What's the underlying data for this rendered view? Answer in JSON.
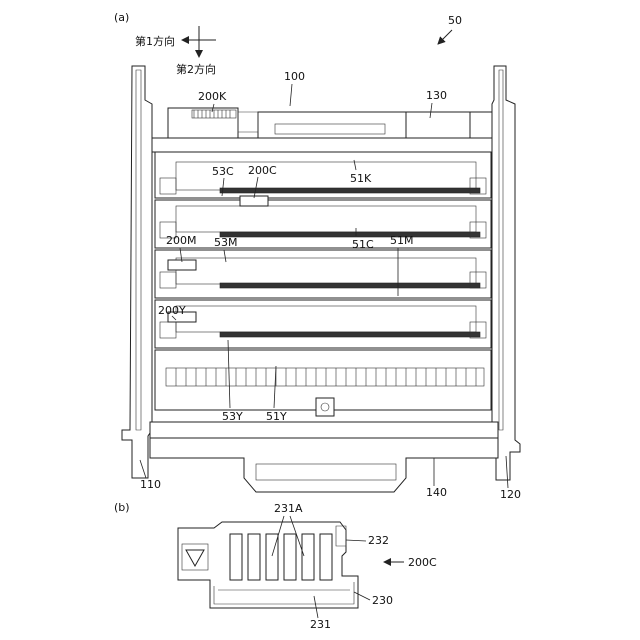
{
  "panels": {
    "a": "(a)",
    "b": "(b)"
  },
  "directions": {
    "first": "第1方向",
    "second": "第2方向"
  },
  "reference_labels": {
    "r50": "50",
    "r100": "100",
    "r130": "130",
    "r200K": "200K",
    "r53C": "53C",
    "r200C": "200C",
    "r51K": "51K",
    "r200M": "200M",
    "r53M": "53M",
    "r51C": "51C",
    "r51M": "51M",
    "r200Y": "200Y",
    "r53Y": "53Y",
    "r51Y": "51Y",
    "r110": "110",
    "r140": "140",
    "r120": "120",
    "r231A": "231A",
    "r232": "232",
    "r200C_b": "200C",
    "r230": "230",
    "r231": "231"
  }
}
